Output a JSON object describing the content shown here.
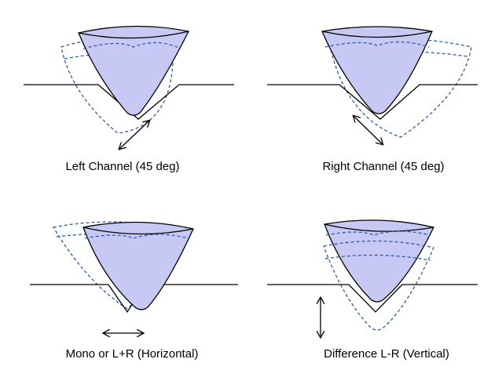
{
  "panels": [
    {
      "caption": "Left Channel (45 deg)"
    },
    {
      "caption": "Right Channel (45 deg)"
    },
    {
      "caption": "Mono or L+R (Horizontal)"
    },
    {
      "caption": "Difference L-R (Vertical)"
    }
  ],
  "colors": {
    "stylus_fill": "#c8c8f5",
    "stylus_outline": "#000000",
    "displaced_outline": "#2a5ca8",
    "groove_line": "#000000",
    "arrow": "#000000"
  }
}
